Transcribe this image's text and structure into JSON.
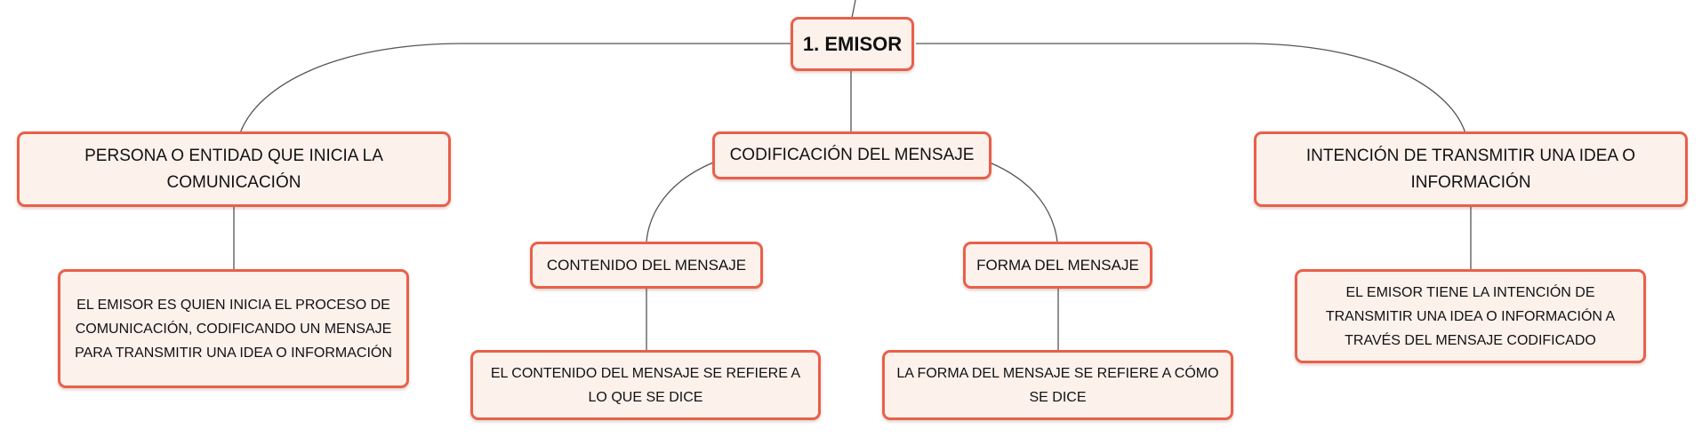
{
  "colors": {
    "border": "#e8604a",
    "fill": "#fdf1ec",
    "connector": "#555555"
  },
  "nodes": {
    "root": "1. EMISOR",
    "persona": "PERSONA O ENTIDAD QUE INICIA LA COMUNICACIÓN",
    "codificacion": "CODIFICACIÓN DEL MENSAJE",
    "intencion": "INTENCIÓN DE TRANSMITIR UNA IDEA O INFORMACIÓN",
    "contenido": "CONTENIDO DEL MENSAJE",
    "forma": "FORMA DEL MENSAJE",
    "emisor_desc": "EL EMISOR ES QUIEN INICIA EL PROCESO DE COMUNICACIÓN, CODIFICANDO UN MENSAJE PARA TRANSMITIR UNA IDEA O INFORMACIÓN",
    "contenido_desc": "EL CONTENIDO DEL MENSAJE SE REFIERE A LO QUE SE DICE",
    "forma_desc": "LA FORMA DEL MENSAJE SE REFIERE A CÓMO SE DICE",
    "intencion_desc": "EL EMISOR TIENE LA INTENCIÓN DE TRANSMITIR UNA IDEA O INFORMACIÓN A TRAVÉS DEL MENSAJE CODIFICADO"
  }
}
